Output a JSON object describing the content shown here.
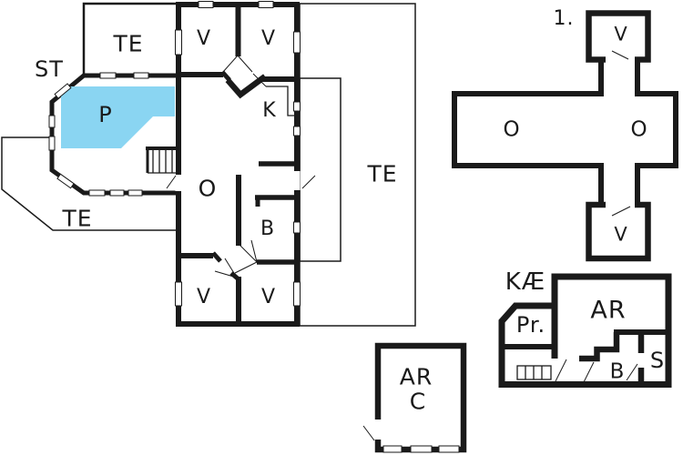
{
  "ground": {
    "st": "ST",
    "te_top": "TE",
    "p": "P",
    "v1": "V",
    "v2": "V",
    "k": "K",
    "o": "O",
    "b": "B",
    "v3": "V",
    "v4": "V",
    "te_left": "TE",
    "te_right": "TE"
  },
  "first": {
    "num": "1.",
    "v_top": "V",
    "o_left": "O",
    "o_right": "O",
    "v_bottom": "V"
  },
  "basement": {
    "kae": "KÆ",
    "ar": "AR",
    "pr": "Pr.",
    "b": "B",
    "s": "S"
  },
  "annex": {
    "ar": "AR",
    "c": "C"
  },
  "colors": {
    "wall": "#1a1a1a",
    "pool_water": "#8ad5f2",
    "background": "#ffffff"
  }
}
